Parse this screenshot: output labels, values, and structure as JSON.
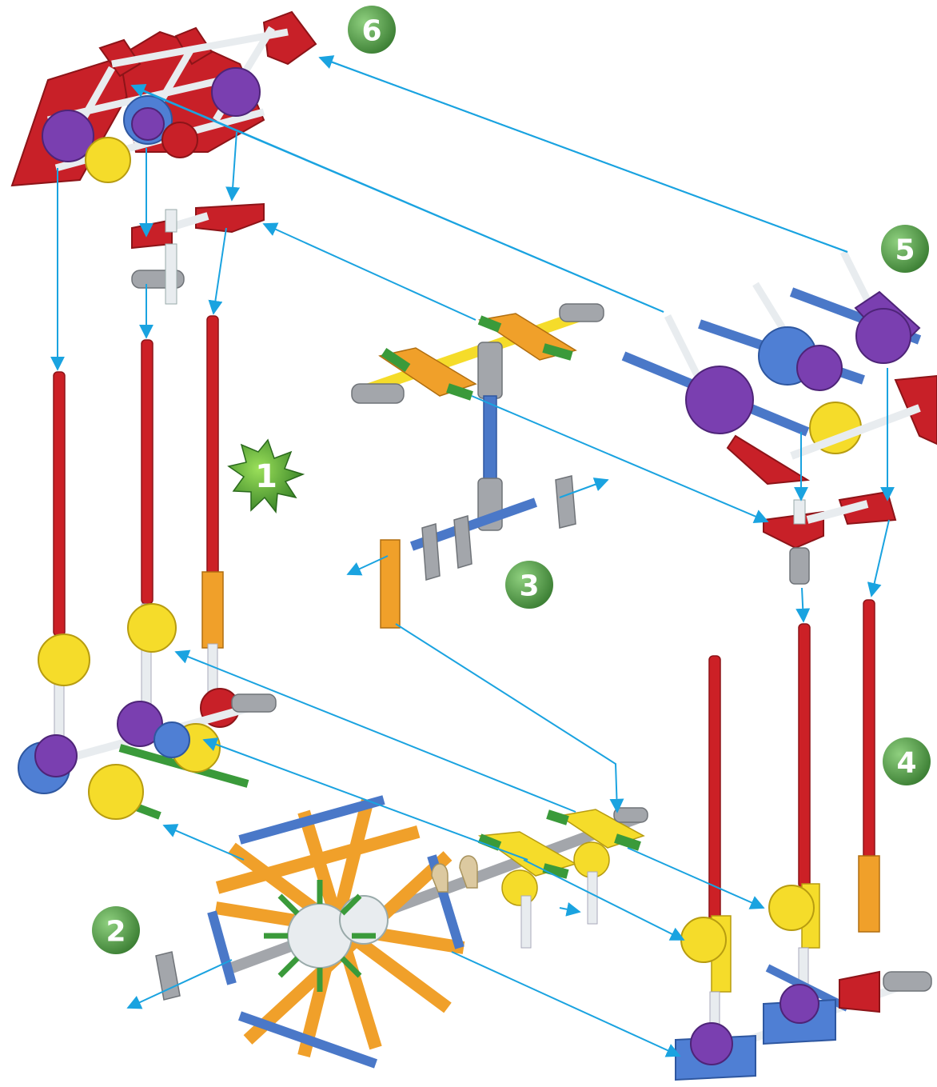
{
  "diagram": {
    "steps": [
      {
        "number": "1",
        "style": "starburst"
      },
      {
        "number": "2",
        "style": "circle"
      },
      {
        "number": "3",
        "style": "circle"
      },
      {
        "number": "4",
        "style": "circle"
      },
      {
        "number": "5",
        "style": "circle"
      },
      {
        "number": "6",
        "style": "circle"
      }
    ],
    "colors": {
      "rod_red": "#cc2026",
      "rod_blue": "#4a78c8",
      "rod_gray": "#a3a6ab",
      "rod_white": "#e8ecef",
      "rod_green": "#3a9a3a",
      "rod_tan": "#dcc9a0",
      "connector_yellow": "#f5dc2a",
      "connector_purple": "#7a3fb0",
      "connector_blue": "#4f7fd4",
      "connector_red": "#c82028",
      "connector_orange": "#f0a02a",
      "arrow": "#1aa3e0",
      "step_badge": "#4f9a45",
      "step_burst": "#3f9a2e"
    }
  }
}
